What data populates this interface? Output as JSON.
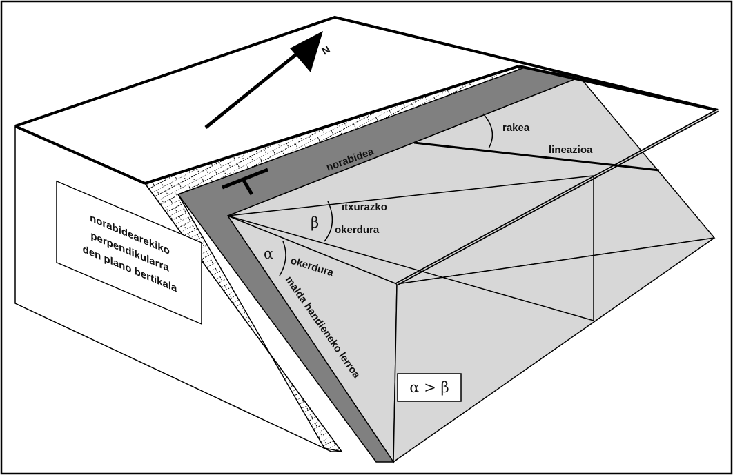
{
  "north_label": "N",
  "labels": {
    "strike": "norabidea",
    "rake": "rakea",
    "lineation": "lineazioa",
    "apparent_dip_1": "itxurazko",
    "apparent_dip_2": "okerdura",
    "dip": "okerdura",
    "max_slope_line": "malda handieneko lerroa",
    "vertical_plane_1": "norabidearekiko",
    "vertical_plane_2": "perpendikularra",
    "vertical_plane_3": "den plano bertikala",
    "alpha": "α",
    "beta": "β",
    "relation": "α > β"
  },
  "colors": {
    "background": "#ffffff",
    "ink": "#000000",
    "bed_fill": "#808080",
    "plane_fill": "#d7d7d7",
    "block_side": "#ffffff"
  },
  "icons": [
    "north-arrow-icon",
    "strike-dip-symbol-icon",
    "limestone-pattern"
  ]
}
